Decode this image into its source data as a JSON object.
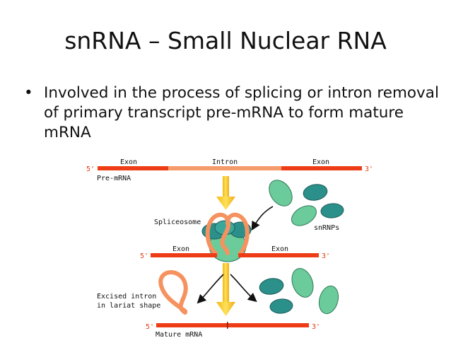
{
  "slide": {
    "title": "snRNA – Small Nuclear RNA",
    "bullet": "Involved in the process of splicing or intron removal of primary transcript pre-mRNA to form mature mRNA",
    "bullet_marker": "•"
  },
  "diagram": {
    "labels": {
      "exon_left": "Exon",
      "intron": "Intron",
      "exon_right": "Exon",
      "pre_mrna": "Pre-mRNA",
      "spliceosome": "Spliceosome",
      "snrnps": "snRNPs",
      "exon_mid_left": "Exon",
      "exon_mid_right": "Exon",
      "excised_line1": "Excised intron",
      "excised_line2": "in lariat shape",
      "mature_mrna": "Mature mRNA",
      "five_prime": "5'",
      "three_prime": "3'"
    },
    "colors": {
      "exon": "#ee3d16",
      "intron": "#f59a6a",
      "arrow": "#f7c51c",
      "snrnp_light": "#6ccb9a",
      "snrnp_dark": "#2b8f8a"
    }
  }
}
